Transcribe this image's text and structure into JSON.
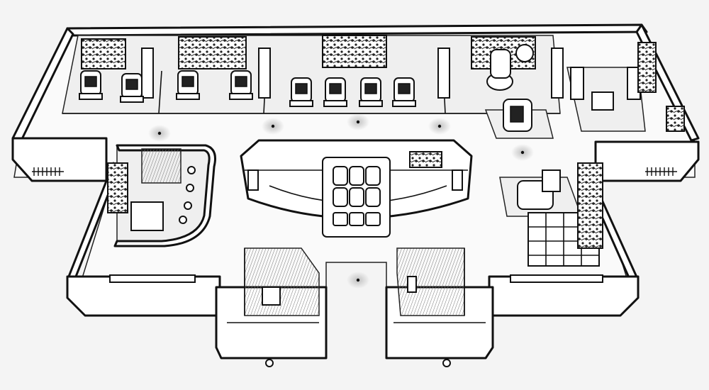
{
  "scene": {
    "style": "line-art sketch",
    "background_color": "#f4f4f4",
    "line_color": "#111111"
  },
  "zones": [
    {
      "id": "back-row",
      "machines": 8,
      "machine_type": "motorbike-simulator"
    },
    {
      "id": "center-island",
      "seats": 6,
      "machine_type": "group-seat-simulator"
    },
    {
      "id": "left-lounge",
      "machine_type": "curved-counter"
    },
    {
      "id": "right-cage",
      "machine_type": "cage-attraction"
    },
    {
      "id": "right-pods",
      "machines": 3,
      "machine_type": "racing-seat"
    }
  ],
  "icons": [
    "glow-light-icon",
    "vent-grille-icon",
    "poster-icon"
  ]
}
